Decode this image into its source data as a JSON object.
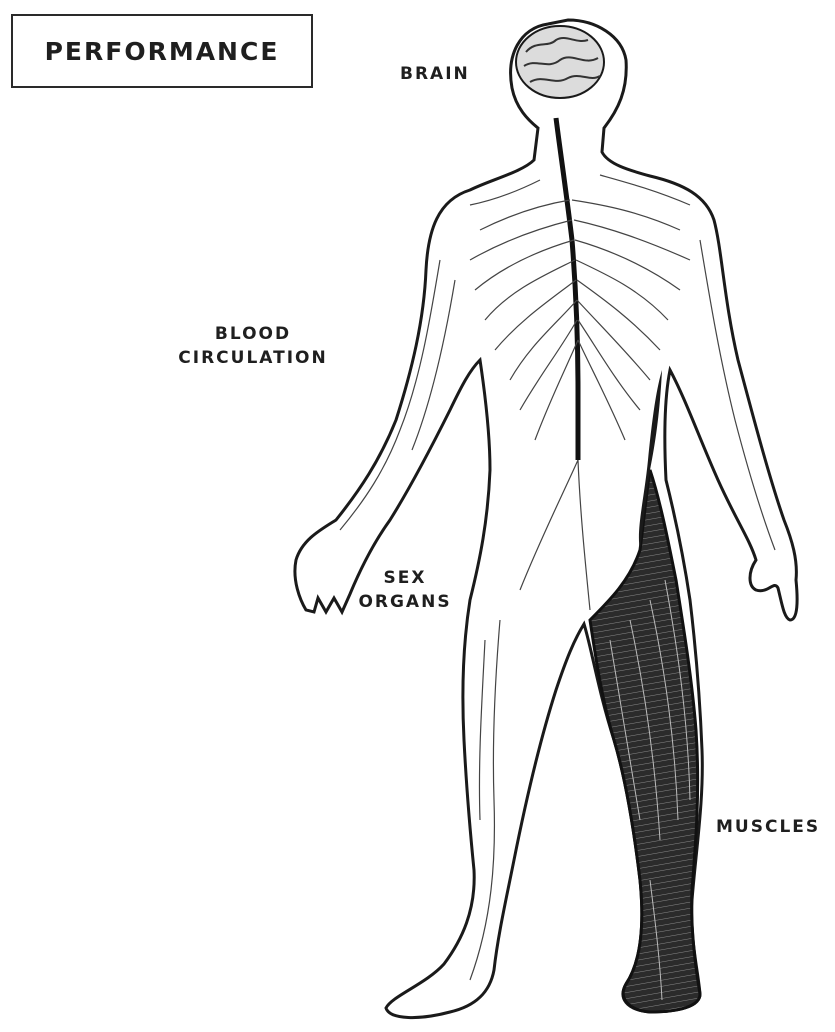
{
  "title": "PERFORMANCE",
  "labels": {
    "brain": "BRAIN",
    "blood_line1": "BLOOD",
    "blood_line2": "CIRCULATION",
    "sex_line1": "SEX",
    "sex_line2": "ORGANS",
    "muscles": "MUSCLES"
  },
  "colors": {
    "ink": "#1a1a1a",
    "paper": "#ffffff",
    "muscle_shade": "#2b2b2b"
  }
}
